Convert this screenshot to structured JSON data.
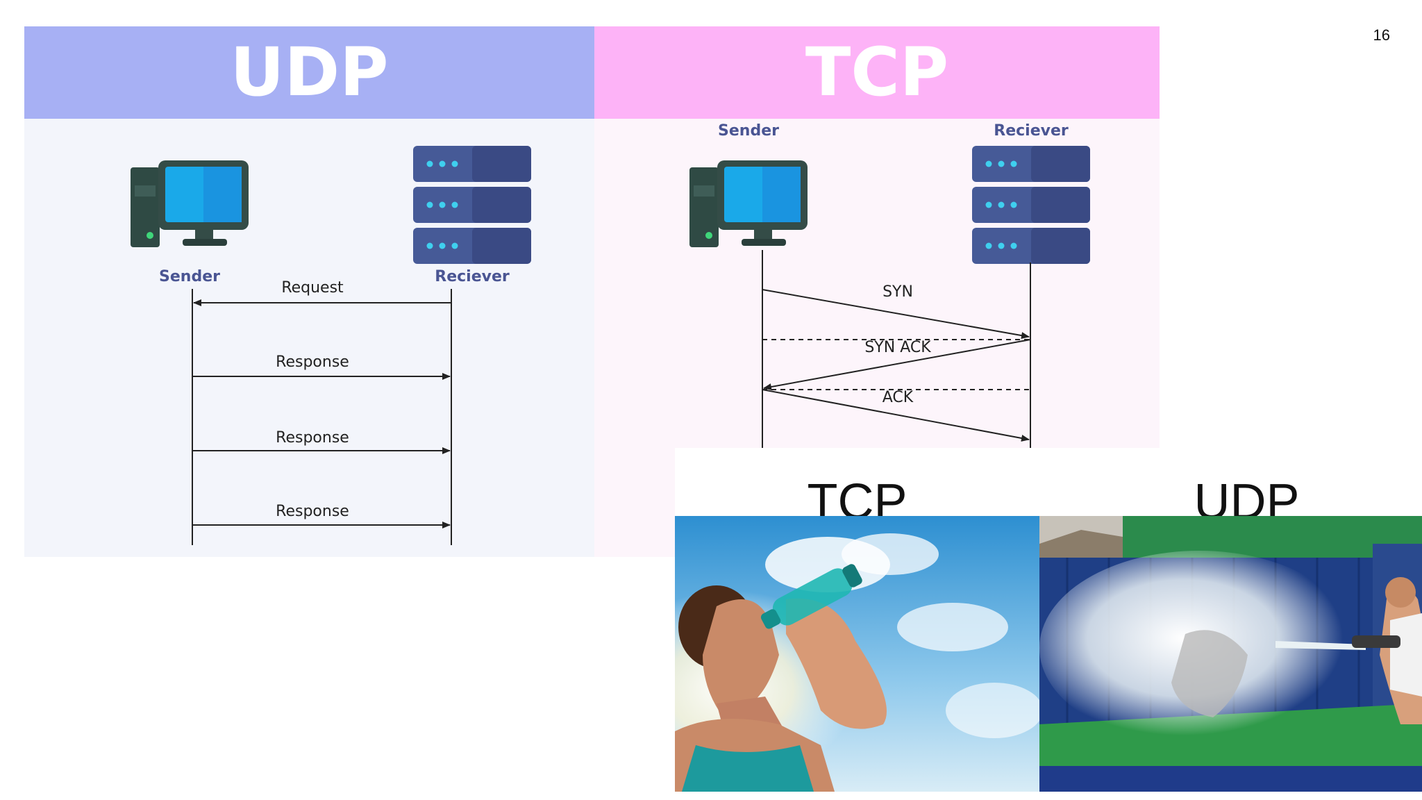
{
  "page_number": "16",
  "udp": {
    "title": "UDP",
    "sender_label": "Sender",
    "receiver_label": "Reciever",
    "messages": [
      "Request",
      "Response",
      "Response",
      "Response"
    ]
  },
  "tcp": {
    "title": "TCP",
    "sender_label": "Sender",
    "receiver_label": "Reciever",
    "messages": [
      "SYN",
      "SYN ACK",
      "ACK"
    ]
  },
  "comparison": {
    "left_title": "TCP",
    "right_title": "UDP",
    "left_photo_icon": "woman-drinking-bottle-photo",
    "right_photo_icon": "water-hose-blast-photo"
  },
  "colors": {
    "udp_header": "#a7b0f4",
    "tcp_header": "#fdb3f7",
    "label_navy": "#4a5593"
  }
}
